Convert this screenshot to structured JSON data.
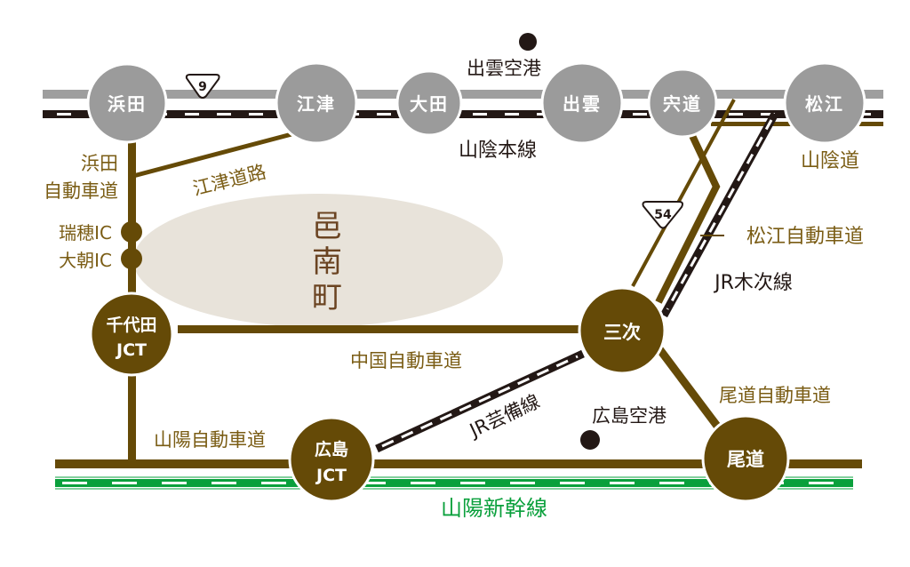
{
  "colors": {
    "road": "#654a07",
    "road_label": "#7a5c14",
    "station_gray": "#9b9b9b",
    "rail_gray": "#9e9e9e",
    "rail_black": "#231815",
    "shinkansen": "#0aa03c",
    "town_area": "#e8e3da",
    "town_text": "#6b4422",
    "text_dark": "#231815"
  },
  "top_stations": [
    {
      "name": "浜田"
    },
    {
      "name": "江津"
    },
    {
      "name": "大田"
    },
    {
      "name": "出雲"
    },
    {
      "name": "宍道"
    },
    {
      "name": "松江"
    }
  ],
  "junctions": {
    "chiyoda": {
      "line1": "千代田",
      "line2": "JCT"
    },
    "miyoshi": {
      "line1": "三次"
    },
    "hiroshima": {
      "line1": "広島",
      "line2": "JCT"
    },
    "onomichi": {
      "line1": "尾道"
    }
  },
  "route_shields": {
    "r9": "9",
    "r54": "54"
  },
  "town": {
    "name_chars": [
      "邑",
      "南",
      "町"
    ]
  },
  "airports": {
    "izumo": "出雲空港",
    "hiroshima": "広島空港"
  },
  "labels": {
    "sanin_main_line": "山陰本線",
    "sanin_expressway": "山陰道",
    "hamada_expressway_line1": "浜田",
    "hamada_expressway_line2": "自動車道",
    "gotsu_road": "江津道路",
    "mizuho_ic": "瑞穂IC",
    "oasa_ic": "大朝IC",
    "matsue_expressway": "松江自動車道",
    "jr_kisuki_line": "JR木次線",
    "chugoku_expressway": "中国自動車道",
    "jr_geibi_line": "JR芸備線",
    "onomichi_expressway": "尾道自動車道",
    "sanyo_expressway": "山陽自動車道",
    "sanyo_shinkansen": "山陽新幹線"
  }
}
